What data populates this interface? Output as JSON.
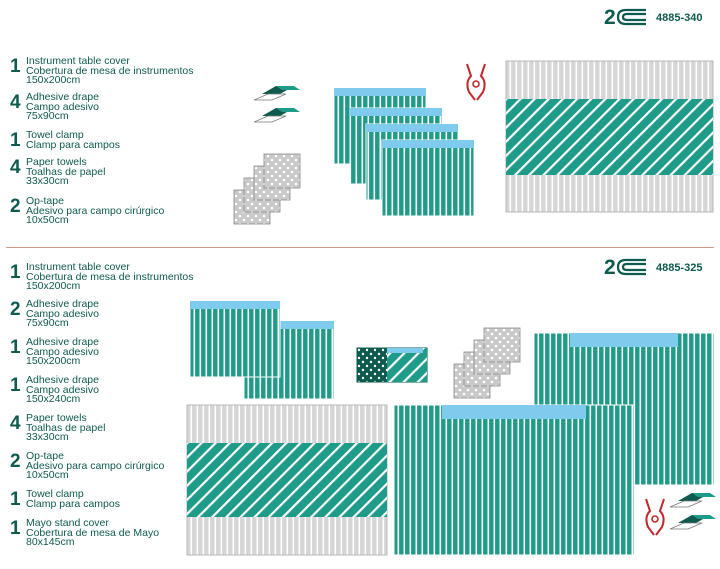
{
  "colors": {
    "teal": "#1f9b89",
    "dark_teal": "#0e5a4e",
    "blue": "#7ecbee",
    "gray": "#d6d6d6",
    "divider": "#d2998a",
    "clamp_red": "#c0282b"
  },
  "icons": {
    "logo": "2-c-logo",
    "clamp": "towel-clamp-icon",
    "tape": "op-tape-icon",
    "paper": "paper-towel-icon"
  },
  "kit1": {
    "code": "4885-340",
    "items": [
      {
        "qty": "1",
        "lines": [
          "Instrument table cover",
          "Cobertura de mesa de instrumentos",
          "150x200cm"
        ]
      },
      {
        "qty": "4",
        "lines": [
          "Adhesive drape",
          "Campo adesivo",
          "75x90cm"
        ]
      },
      {
        "qty": "1",
        "lines": [
          "Towel clamp",
          "Clamp para campos"
        ]
      },
      {
        "qty": "4",
        "lines": [
          "Paper towels",
          "Toalhas de papel",
          "33x30cm"
        ]
      },
      {
        "qty": "2",
        "lines": [
          "Op-tape",
          "Adesivo para campo cirúrgico",
          "10x50cm"
        ]
      }
    ]
  },
  "kit2": {
    "code": "4885-325",
    "items": [
      {
        "qty": "1",
        "lines": [
          "Instrument table cover",
          "Cobertura de mesa de instrumentos",
          "150x200cm"
        ]
      },
      {
        "qty": "2",
        "lines": [
          "Adhesive drape",
          "Campo adesivo",
          "75x90cm"
        ]
      },
      {
        "qty": "1",
        "lines": [
          "Adhesive drape",
          "Campo adesivo",
          "150x200cm"
        ]
      },
      {
        "qty": "1",
        "lines": [
          "Adhesive drape",
          "Campo adesivo",
          "150x240cm"
        ]
      },
      {
        "qty": "4",
        "lines": [
          "Paper towels",
          "Toalhas de papel",
          "33x30cm"
        ]
      },
      {
        "qty": "2",
        "lines": [
          "Op-tape",
          "Adesivo para campo cirúrgico",
          "10x50cm"
        ]
      },
      {
        "qty": "1",
        "lines": [
          "Towel clamp",
          "Clamp para campos"
        ]
      },
      {
        "qty": "1",
        "lines": [
          "Mayo stand cover",
          "Cobertura de mesa de Mayo",
          "80x145cm"
        ]
      }
    ]
  }
}
